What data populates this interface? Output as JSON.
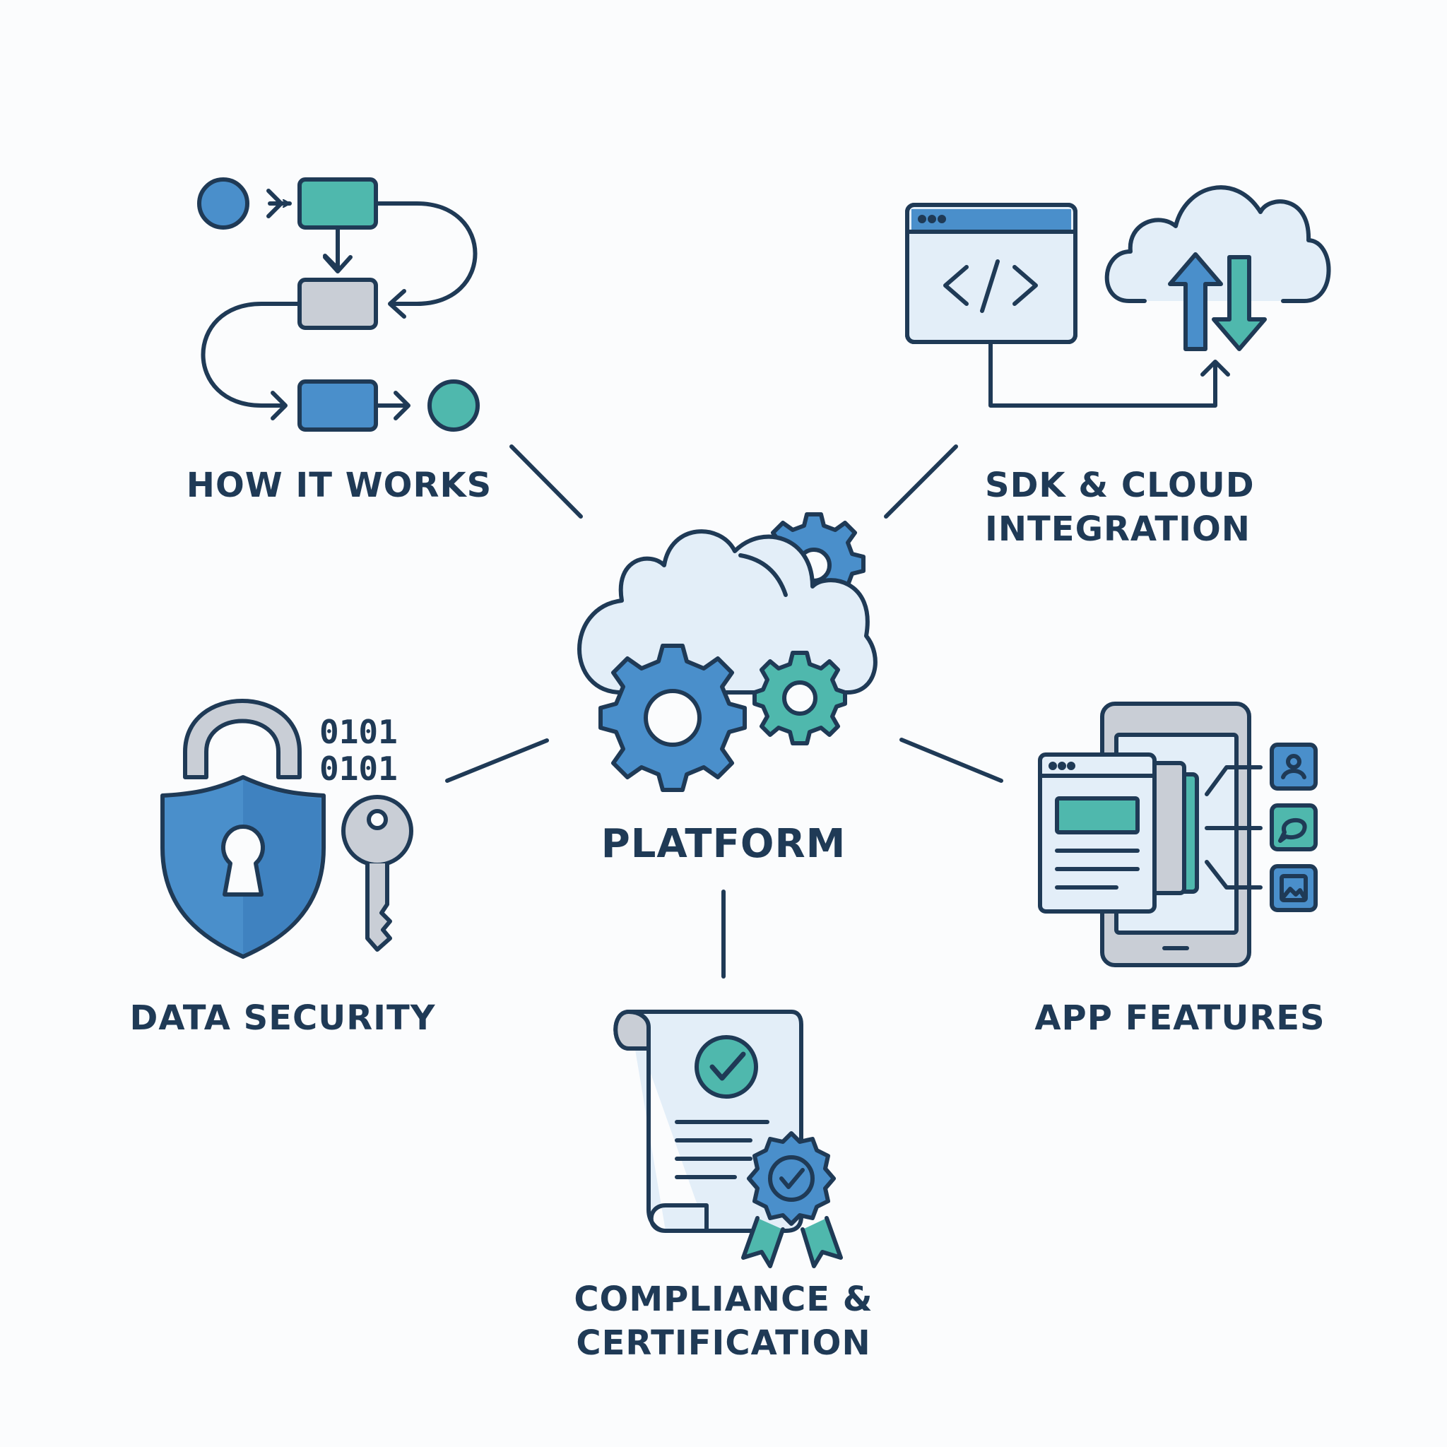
{
  "center": {
    "label": "PLATFORM"
  },
  "nodes": {
    "how_it_works": {
      "label": "HOW IT WORKS"
    },
    "sdk_cloud": {
      "line1": "SDK & CLOUD",
      "line2": "INTEGRATION"
    },
    "data_security": {
      "label": "DATA SECURITY",
      "binary_line1": "0101",
      "binary_line2": "0101"
    },
    "app_features": {
      "label": "APP FEATURES"
    },
    "compliance": {
      "line1": "COMPLIANCE &",
      "line2": "CERTIFICATION"
    }
  },
  "colors": {
    "ink": "#1f3a56",
    "blue": "#4a8fcb",
    "teal": "#4fb8ad",
    "light_blue": "#e3eef8",
    "gray": "#c9ced6",
    "background": "#fbfcfd"
  }
}
